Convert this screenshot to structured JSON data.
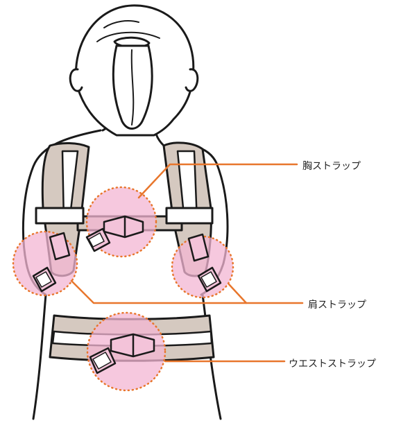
{
  "labels": {
    "chest_strap": "胸ストラップ",
    "shoulder_strap": "肩ストラップ",
    "waist_strap": "ウエストストラップ"
  },
  "colors": {
    "callout_line": "#e8762c",
    "highlight_fill": "#f3b6d3",
    "highlight_dots": "#e8762c",
    "strap": "#d5c9c0",
    "outline": "#1a1a1a"
  },
  "icons": {
    "buckle": "side-release-buckle-icon"
  }
}
